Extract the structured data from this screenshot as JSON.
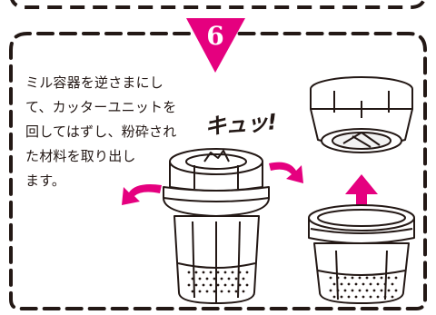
{
  "step": {
    "number": "6",
    "badge_color": "#e5007f"
  },
  "instruction": {
    "text": "ミル容器を逆さまにし\nて、カッターユニットを\n回してはずし、粉砕され\nた材料を取り出し\nます。"
  },
  "sound_effect": "キュッ!",
  "colors": {
    "accent": "#e5007f",
    "outline": "#231815"
  }
}
